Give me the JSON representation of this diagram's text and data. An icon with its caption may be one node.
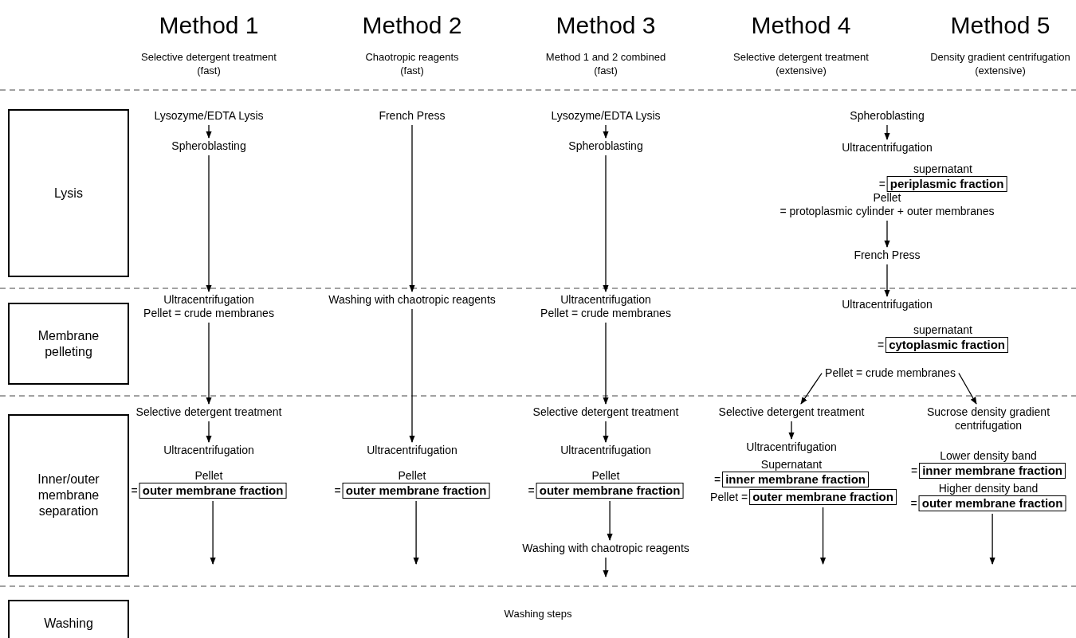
{
  "diagram": {
    "nodes": [
      {
        "text": [
          "Lysis"
        ]
      },
      {
        "text": [
          "Membrane pelleting"
        ]
      },
      {
        "text": [
          "Inner/outer membrane separation"
        ]
      },
      {
        "text": [
          "Washing"
        ]
      },
      {
        "text": [
          "Lysozyme/EDTA Lysis"
        ]
      },
      {
        "text": [
          "Spheroblasting"
        ]
      },
      {
        "text": [
          "Ultracentrifugation",
          "Pellet = crude membranes"
        ]
      },
      {
        "text": [
          "Selective detergent treatment"
        ]
      },
      {
        "text": [
          "Ultracentrifugation"
        ]
      },
      {
        "text": [
          "Pellet",
          "outer membrane fraction"
        ],
        "beside": [
          "="
        ]
      },
      {
        "text": [
          "French Press"
        ]
      },
      {
        "text": [
          "Washing with chaotropic reagents"
        ]
      },
      {
        "text": [
          "Ultracentrifugation"
        ]
      },
      {
        "text": [
          "Pellet",
          "outer membrane fraction"
        ],
        "beside": [
          "="
        ]
      },
      {
        "text": [
          "Lysozyme/EDTA Lysis"
        ]
      },
      {
        "text": [
          "Spheroblasting"
        ]
      },
      {
        "text": [
          "Ultracentrifugation",
          "Pellet = crude membranes"
        ]
      },
      {
        "text": [
          "Selective detergent treatment"
        ]
      },
      {
        "text": [
          "Ultracentrifugation"
        ]
      },
      {
        "text": [
          "Pellet",
          "outer membrane fraction"
        ],
        "beside": [
          "="
        ]
      },
      {
        "text": [
          "Washing with chaotropic reagents"
        ]
      },
      {
        "text": [
          "Spheroblasting"
        ]
      },
      {
        "text": [
          "Ultracentrifugation"
        ]
      },
      {
        "text": [
          "supernatant",
          "periplasmic fraction"
        ],
        "beside": [
          "="
        ]
      },
      {
        "text": [
          "Pellet",
          "= protoplasmic cylinder + outer membranes"
        ]
      },
      {
        "text": [
          "French Press"
        ]
      },
      {
        "text": [
          "Ultracentrifugation"
        ]
      },
      {
        "text": [
          "supernatant",
          "cytoplasmic fraction"
        ],
        "beside": [
          "="
        ]
      },
      {
        "text": [
          "Pellet = crude membranes"
        ]
      },
      {
        "text": [
          "Selective detergent treatment"
        ]
      },
      {
        "text": [
          "Ultracentrifugation"
        ]
      },
      {
        "text": [
          "Supernatant",
          "inner membrane fraction"
        ],
        "beside": [
          "="
        ]
      },
      {
        "text": [
          "outer membrane fraction"
        ],
        "beside": [
          "Pellet ="
        ]
      },
      {
        "text": [
          "Sucrose density gradient centrifugation"
        ]
      },
      {
        "text": [
          "Lower density band",
          "inner membrane fraction"
        ],
        "beside": [
          "="
        ]
      },
      {
        "text": [
          "Higher density band",
          "outer membrane fraction"
        ],
        "beside": [
          "="
        ]
      }
    ],
    "edges": [
      {
        "from": 4,
        "to": 5,
        "arrow": "to"
      },
      {
        "from": 5,
        "to": 6,
        "arrow": "to"
      },
      {
        "from": 6,
        "to": 7,
        "arrow": "to"
      },
      {
        "from": 7,
        "to": 8,
        "arrow": "to"
      },
      {
        "from": 9,
        "to": null,
        "arrow": "to"
      },
      {
        "from": 10,
        "to": 11,
        "arrow": "to"
      },
      {
        "from": 11,
        "to": 12,
        "arrow": "to"
      },
      {
        "from": 13,
        "to": null,
        "arrow": "to"
      },
      {
        "from": 14,
        "to": 15,
        "arrow": "to"
      },
      {
        "from": 15,
        "to": 16,
        "arrow": "to"
      },
      {
        "from": 16,
        "to": 17,
        "arrow": "to"
      },
      {
        "from": 17,
        "to": 18,
        "arrow": "to"
      },
      {
        "from": 19,
        "to": 20,
        "arrow": "to"
      },
      {
        "from": 20,
        "to": null,
        "arrow": "to"
      },
      {
        "from": 21,
        "to": 22,
        "arrow": "to"
      },
      {
        "from": 24,
        "to": 25,
        "arrow": "to"
      },
      {
        "from": 25,
        "to": 26,
        "arrow": "to"
      },
      {
        "from": 28,
        "to": 29,
        "arrow": "to"
      },
      {
        "from": 28,
        "to": 33,
        "arrow": "to"
      },
      {
        "from": 29,
        "to": 30,
        "arrow": "to"
      },
      {
        "from": 32,
        "to": null,
        "arrow": "to"
      },
      {
        "from": 35,
        "to": null,
        "arrow": "to"
      }
    ],
    "labels": [
      "Method 1",
      "Method 2",
      "Method 3",
      "Method 4",
      "Method 5",
      "Selective detergent treatment (fast)",
      "Chaotropic reagents (fast)",
      "Method 1 and 2 combined (fast)",
      "Selective detergent treatment (extensive)",
      "Density gradient centrifugation (extensive)",
      "Washing steps"
    ]
  }
}
